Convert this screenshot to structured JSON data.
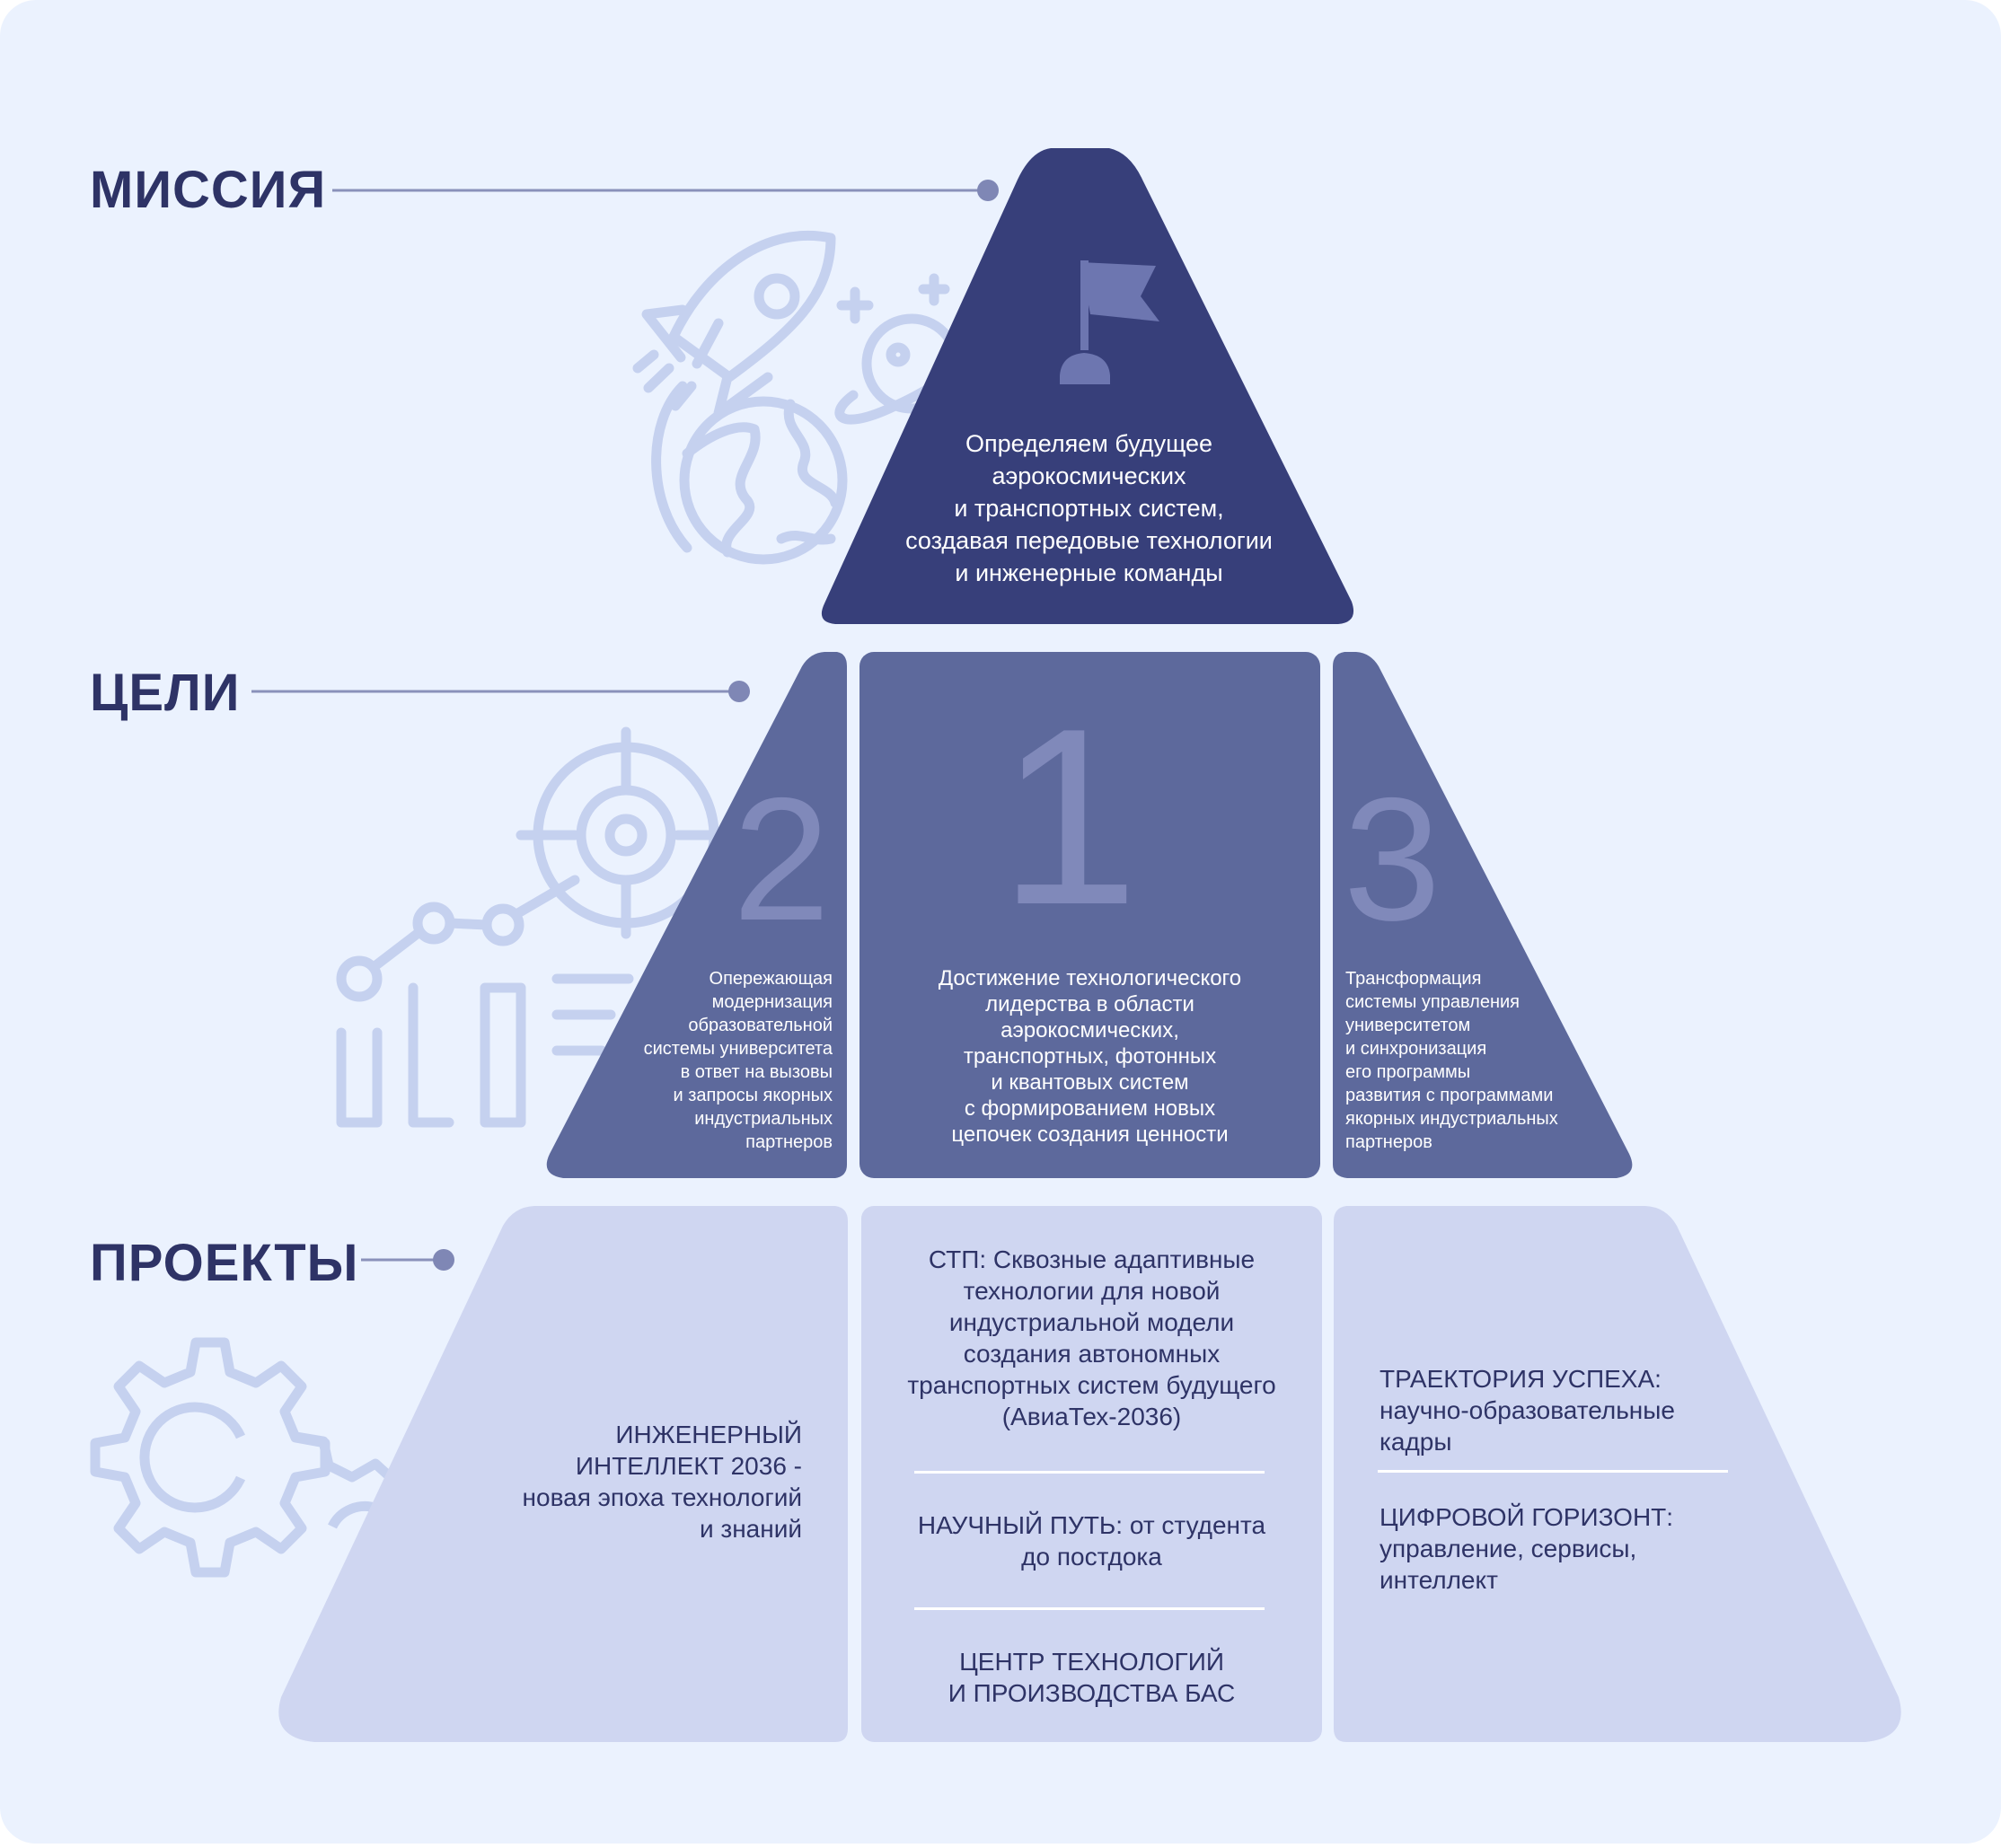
{
  "labels": {
    "mission": "МИССИЯ",
    "goals": "ЦЕЛИ",
    "projects": "ПРОЕКТЫ"
  },
  "mission": {
    "icon": "flag-icon",
    "text": "Определяем будущее\nаэрокосмических\nи транспортных систем,\nсоздавая передовые технологии\nи инженерные команды"
  },
  "goals": [
    {
      "number": "1",
      "text": "Достижение технологического\nлидерства в области\nаэрокосмических,\nтранспортных, фотонных\nи квантовых систем\nс формированием новых\nцепочек создания ценности"
    },
    {
      "number": "2",
      "text": "Опережающая\nмодернизация\nобразовательной\nсистемы университета\nв ответ на вызовы\nи запросы якорных\nиндустриальных\nпартнеров"
    },
    {
      "number": "3",
      "text": "Трансформация\nсистемы управления\nуниверситетом\nи синхронизация\nего программы\nразвития с программами\nякорных индустриальных\nпартнеров"
    }
  ],
  "projects": {
    "left": "ИНЖЕНЕРНЫЙ\nИНТЕЛЛЕКТ 2036 -\nновая эпоха технологий\nи знаний",
    "center": [
      "СТП: Сквозные адаптивные\nтехнологии для новой\nиндустриальной модели\nсоздания автономных\nтранспортных систем будущего\n(АвиаТех-2036)",
      "НАУЧНЫЙ ПУТЬ: от студента\nдо постдока",
      "ЦЕНТР ТЕХНОЛОГИЙ\nИ ПРОИЗВОДСТВА БАС"
    ],
    "right": [
      "ТРАЕКТОРИЯ УСПЕХА:\nнаучно-образовательные\nкадры",
      "ЦИФРОВОЙ ГОРИЗОНТ:\nуправление, сервисы,\nинтеллект"
    ]
  },
  "decor_icons": [
    "rocket-icon",
    "planet-icon",
    "globe-icon",
    "target-icon",
    "growth-chart-icon",
    "gears-icon"
  ],
  "colors": {
    "background": "#ebf2fe",
    "mission_fill": "#373f7a",
    "goals_fill": "#5d699c",
    "projects_fill": "#cfd6f1",
    "label_text": "#2e3366",
    "decor_stroke": "#c5d1ef",
    "number_fill": "#8089ba",
    "connector": "#8a91ba"
  }
}
